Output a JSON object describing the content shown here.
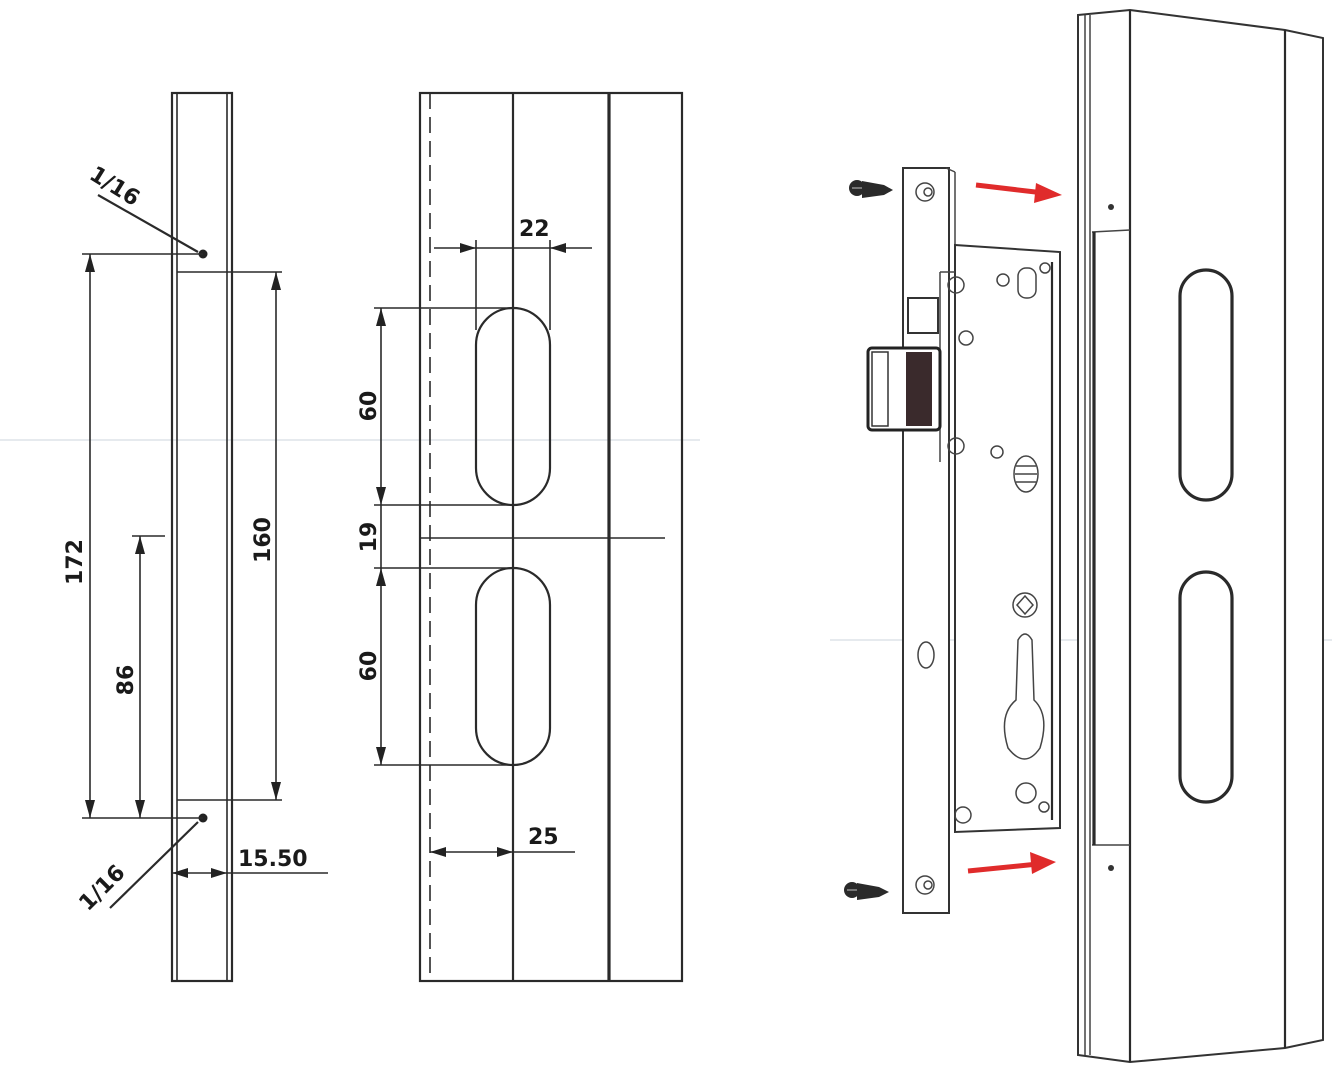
{
  "figure": {
    "title": "Mortise lock installation diagram",
    "panels": [
      {
        "id": "side-view",
        "description": "Side profile of lock faceplate with mounting hole dimensions",
        "dimensions": {
          "mount_hole_top_label": "1/16",
          "mount_hole_bottom_label": "1/16",
          "overall_length": "172",
          "body_length": "160",
          "center_offset": "86",
          "faceplate_width": "15.50"
        }
      },
      {
        "id": "front-cutout-view",
        "description": "Front view of frame cutouts for lock installation",
        "dimensions": {
          "slot_width": "22",
          "upper_slot_height": "60",
          "slot_gap": "19",
          "lower_slot_height": "60",
          "backset": "25"
        }
      },
      {
        "id": "exploded-view",
        "description": "Exploded view of mortise lock body being inserted into door frame with two screws",
        "parts": [
          "screw-top",
          "screw-bottom",
          "lock-body",
          "latch-bolt",
          "cylinder-hole",
          "door-frame"
        ],
        "arrow_color": "#e02b2b"
      }
    ]
  }
}
